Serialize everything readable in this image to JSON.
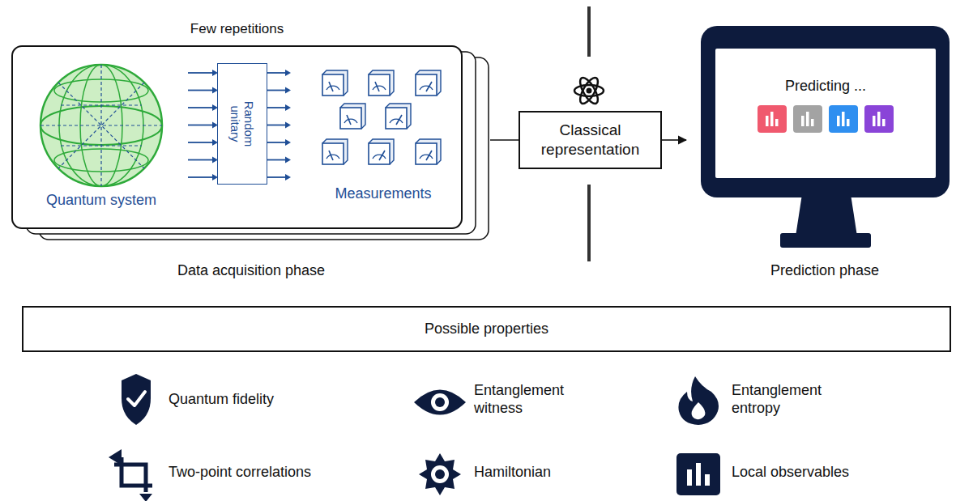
{
  "diagram": {
    "nodes": [
      {
        "text": [
          "Few repetitions"
        ]
      },
      {
        "text": [
          "Random unitary"
        ],
        "in": 0
      },
      {
        "text": [
          "Classical representation"
        ]
      },
      {
        "text": [
          "Predicting ..."
        ]
      },
      {
        "text": [
          "Possible properties"
        ]
      }
    ],
    "edges": [
      {
        "from": 0,
        "to": 2,
        "arrow": "none"
      },
      {
        "from": 2,
        "to": 3,
        "arrow": "to"
      }
    ],
    "labels": [
      "Quantum system",
      "Measurements",
      "Data acquisition phase",
      "Prediction phase",
      "Quantum fidelity",
      "Entanglement witness",
      "Entanglement entropy",
      "Two-point correlations",
      "Hamiltonian",
      "Local observables"
    ]
  }
}
